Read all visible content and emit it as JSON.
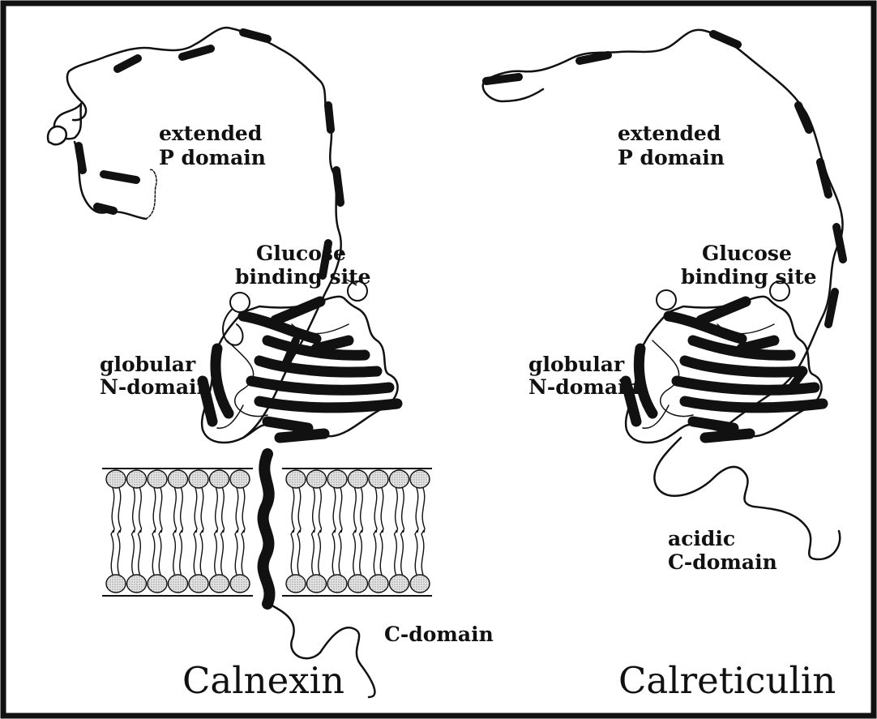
{
  "figure": {
    "proteins": [
      {
        "name": "Calnexin",
        "labels": {
          "p_domain": [
            "extended",
            "P domain"
          ],
          "binding_site": [
            "Glucose",
            "binding site"
          ],
          "n_domain": [
            "globular",
            "N-domain"
          ],
          "c_domain": [
            "C-domain"
          ]
        }
      },
      {
        "name": "Calreticulin",
        "labels": {
          "p_domain": [
            "extended",
            "P domain"
          ],
          "binding_site": [
            "Glucose",
            "binding site"
          ],
          "n_domain": [
            "globular",
            "N-domain"
          ],
          "c_domain": [
            "acidic",
            "C-domain"
          ]
        }
      }
    ]
  }
}
